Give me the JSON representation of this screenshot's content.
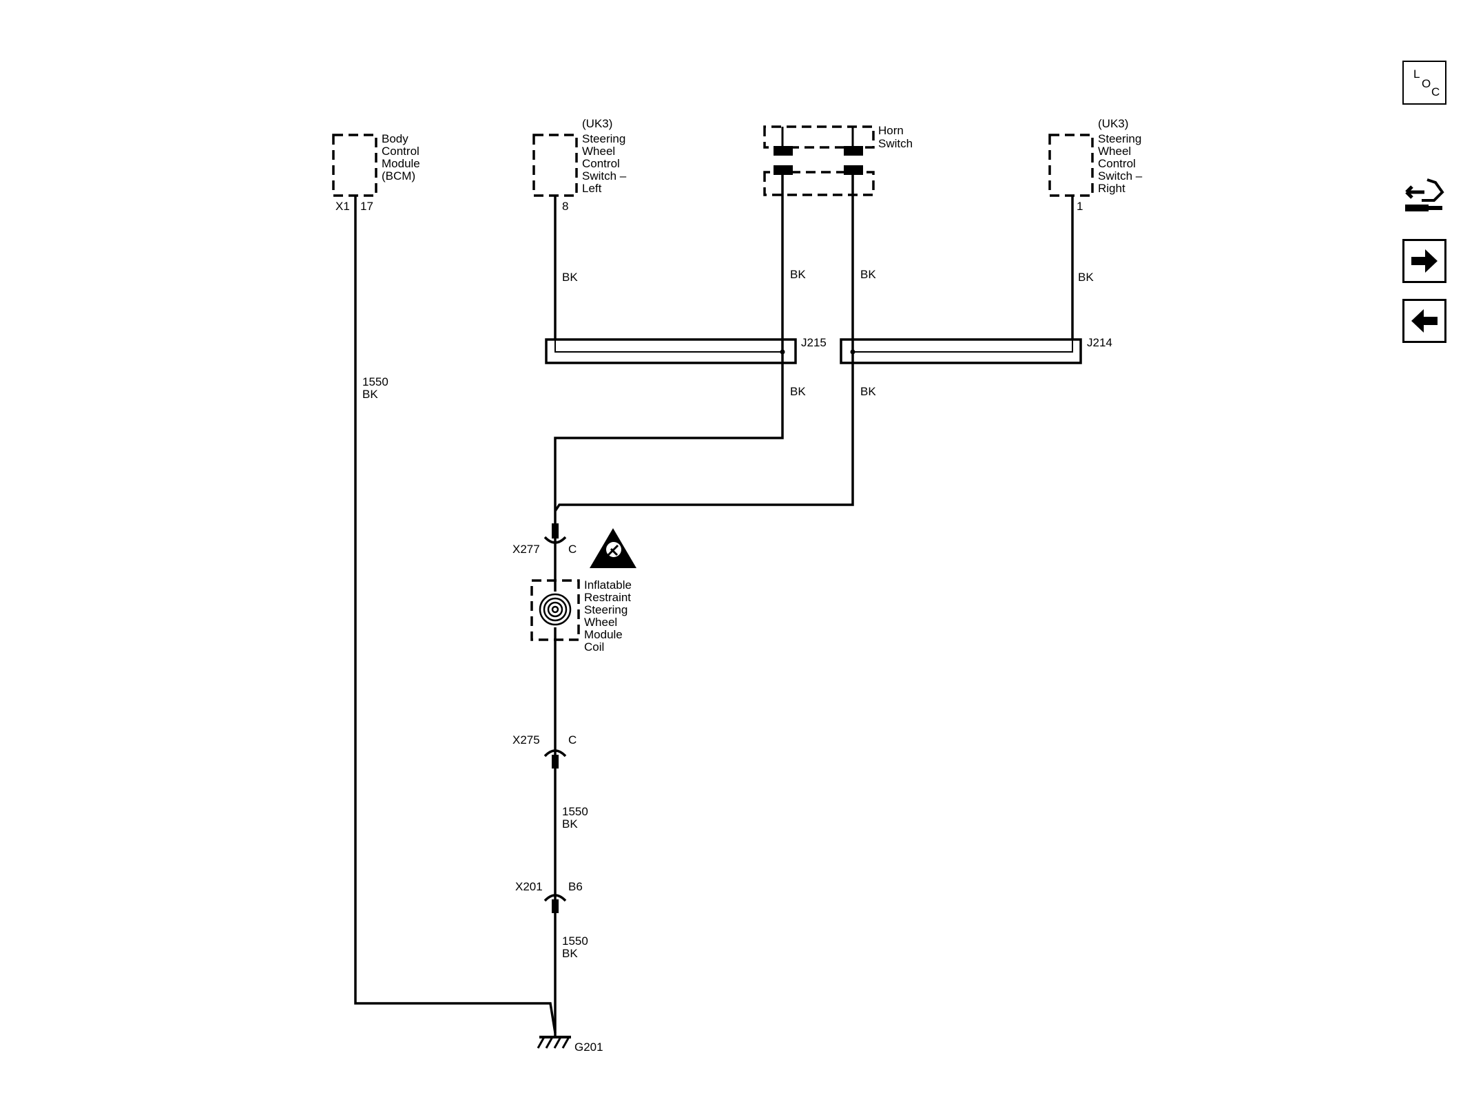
{
  "components": {
    "bcm": [
      "Body",
      "Control",
      "Module",
      "(BCM)"
    ],
    "sw_left": [
      "(UK3)",
      "Steering",
      "Wheel",
      "Control",
      "Switch –",
      "Left"
    ],
    "horn": [
      "Horn",
      "Switch"
    ],
    "sw_right": [
      "(UK3)",
      "Steering",
      "Wheel",
      "Control",
      "Switch –",
      "Right"
    ],
    "coil": [
      "Inflatable",
      "Restraint",
      "Steering",
      "Wheel",
      "Module",
      "Coil"
    ]
  },
  "pins": {
    "bcm_conn": "X1",
    "bcm_pin": "17",
    "sw_left_pin": "8",
    "sw_right_pin": "1"
  },
  "wires": {
    "bk": "BK",
    "circuit": "1550",
    "circuit_color": "BK"
  },
  "splices": {
    "left": "J215",
    "right": "J214"
  },
  "connectors": {
    "x277": "X277",
    "x277_pin": "C",
    "x275": "X275",
    "x275_pin": "C",
    "x201": "X201",
    "x201_pin": "B6"
  },
  "ground": "G201",
  "nav": {
    "loc": [
      "L",
      "O",
      "C"
    ],
    "icons": [
      "connector-end-view-icon",
      "forward-arrow-icon",
      "back-arrow-icon"
    ]
  }
}
